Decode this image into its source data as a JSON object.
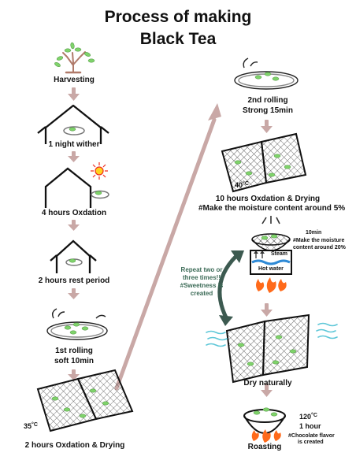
{
  "title_line1": "Process of making",
  "title_line2": "Black  Tea",
  "steps": {
    "harvesting": "Harvesting",
    "wither": "1 night wither",
    "oxdation4": "4 hours Oxdation",
    "rest": "2 hours rest period",
    "rolling1_a": "1st rolling",
    "rolling1_b": "soft 10min",
    "temp1": "35",
    "oxdation2": "2 hours Oxdation & Drying",
    "rolling2_a": "2nd rolling",
    "rolling2_b": "Strong 15min",
    "temp2": "40",
    "oxdation10": "10 hours Oxdation & Drying",
    "moisture5": "#Make the moisture content around 5%",
    "steam_time": "10min",
    "steam_note_1": "#Make the moisture",
    "steam_note_2": "content around 20%",
    "steam_label": "Steam",
    "hotwater_label": "Hot water",
    "repeat_note": "Repeat two or three times!! #Sweetness is created",
    "dry_naturally": "Dry naturally",
    "temp3": "120",
    "roast_time": "1 hour",
    "choco_1": "#Chocolate flavor",
    "choco_2": "is created",
    "roasting": "Roasting",
    "degree_c": "°C"
  },
  "colors": {
    "arrow": "#c9a8a6",
    "repeat_arrow": "#3c5a50",
    "leaf": "#7fd36b",
    "flame": "#ff6a1a",
    "water": "#2f8ad6",
    "sun": "#ee2a1f"
  }
}
